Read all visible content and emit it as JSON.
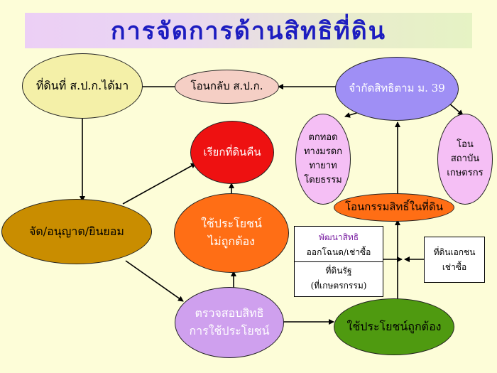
{
  "title": "การจัดการด้านสิทธิที่ดิน",
  "nodes": {
    "land_spk": "ที่ดินที่ ส.ป.ก.ได้มา",
    "transfer_back": "โอนกลับ ส.ป.ก.",
    "restrict": "จำกัดสิทธิตาม ม. 39",
    "inherit": [
      "ตกทอด",
      "ทางมรดก",
      "ทายาท",
      "โดยธรรม"
    ],
    "institution": [
      "โอน",
      "สถาบัน",
      "เกษตรกร"
    ],
    "reclaim": "เรียกที่ดินคืน",
    "misuse": [
      "ใช้ประโยชน์",
      "ไม่ถูกต้อง"
    ],
    "transfer_rights": "โอนกรรมสิทธิ์ในที่ดิน",
    "allocate": "จัด/อนุญาต/ยินยอม",
    "develop_rights": "พัฒนาสิทธิ",
    "title_deed": "ออกโฉนด/เช่าซื้อ",
    "state_land": [
      "ที่ดินรัฐ",
      "(ที่เกษตรกรรม)"
    ],
    "private_land": [
      "ที่ดินเอกชน",
      "เช่าซื้อ"
    ],
    "inspect": [
      "ตรวจสอบสิทธิ",
      "การใช้ประโยชน์"
    ],
    "proper_use": "ใช้ประโยชน์ถูกต้อง"
  },
  "colors": {
    "background": "#fdfdd8",
    "title": "#1d1dc0",
    "land_spk": "#f4f0a8",
    "transfer_back": "#f5cfc5",
    "restrict": "#9f8ff5",
    "pink": "#f5bff5",
    "reclaim": "#ee1111",
    "orange": "#ff6e15",
    "allocate": "#c98d00",
    "inspect": "#cfa0ee",
    "proper_use": "#4f9a10"
  }
}
